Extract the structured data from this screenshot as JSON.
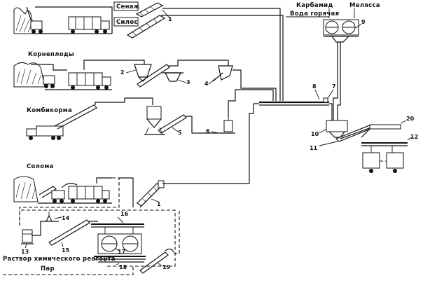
{
  "labels": {
    "senazh": "Сенаж",
    "silos": "Силос",
    "karbamid": "Карбамид",
    "melassa": "Мелясса",
    "voda": "Вода горячая",
    "korneplody": "Корнеплоды",
    "kombikorma": "Комбикорма",
    "soloma": "Солома",
    "rastvor": "Раствор химического реагента",
    "par": "Пар"
  },
  "numbers": {
    "n1a": "1",
    "n1b": "1",
    "n2": "2",
    "n3": "3",
    "n4": "4",
    "n5": "5",
    "n6": "6",
    "n7": "7",
    "n8": "8",
    "n9": "9",
    "n10": "10",
    "n11": "11",
    "n12": "12",
    "n13": "13",
    "n14": "14",
    "n15": "15",
    "n16": "16",
    "n17": "17",
    "n18": "18",
    "n19": "19",
    "n20": "20"
  }
}
